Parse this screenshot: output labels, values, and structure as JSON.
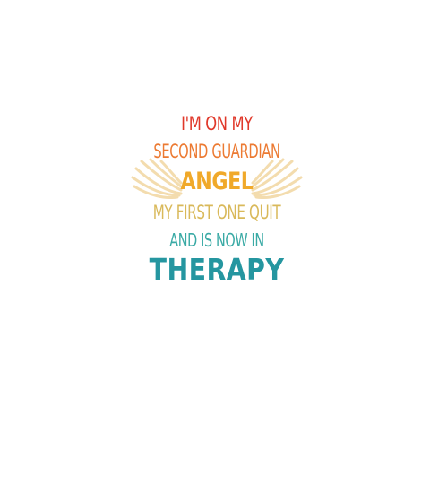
{
  "design": {
    "lines": [
      {
        "text": "I'M ON MY",
        "color": "#e0382a"
      },
      {
        "text": "SECOND GUARDIAN",
        "color": "#ec7a32"
      },
      {
        "text": "ANGEL",
        "color": "#f0a92a"
      },
      {
        "text": "MY FIRST ONE QUIT",
        "color": "#d9b95a"
      },
      {
        "text": "AND IS NOW IN",
        "color": "#3aaaa5"
      },
      {
        "text": "THERAPY",
        "color": "#2596a0"
      }
    ],
    "wing_color": "#f3dcae",
    "wing_icon": "angel-wings-icon"
  }
}
